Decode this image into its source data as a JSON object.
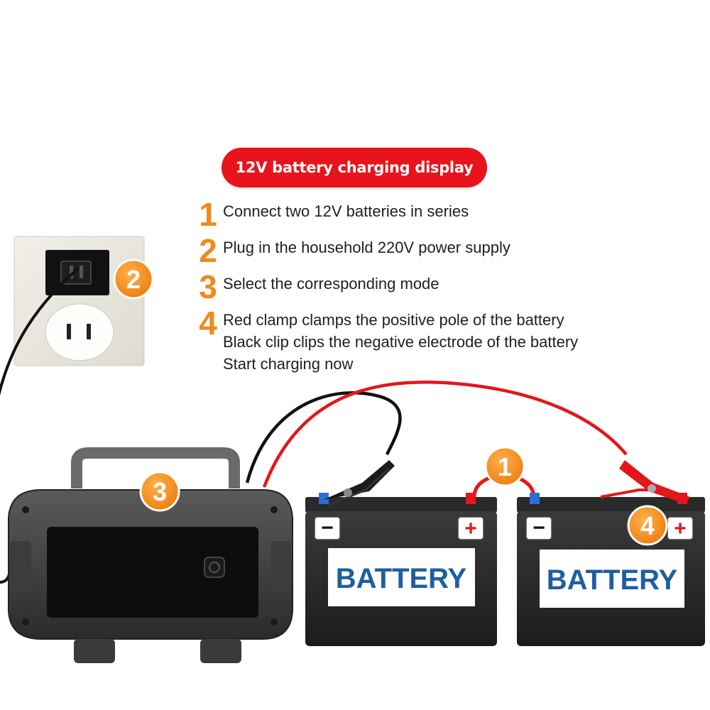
{
  "title": "12V battery charging display",
  "steps": [
    {
      "number": "1",
      "lines": [
        "Connect two 12V batteries in series"
      ]
    },
    {
      "number": "2",
      "lines": [
        "Plug in the household 220V power supply"
      ]
    },
    {
      "number": "3",
      "lines": [
        "Select the corresponding mode"
      ]
    },
    {
      "number": "4",
      "lines": [
        "Red clamp clamps the positive pole of the battery",
        "Black clip clips the negative electrode of the battery",
        "Start charging now"
      ]
    }
  ],
  "badges": {
    "series_link": "1",
    "outlet": "2",
    "charger": "3",
    "positive_clamp": "4"
  },
  "batteries": [
    {
      "label": "BATTERY",
      "negative": "−",
      "positive": "+"
    },
    {
      "label": "BATTERY",
      "negative": "−",
      "positive": "+"
    }
  ],
  "colors": {
    "accent_red": "#e8131b",
    "badge_orange": "#f08a1c",
    "battery_label_blue": "#1f5fa0",
    "cable_red": "#e3161b",
    "cable_black": "#111111"
  }
}
